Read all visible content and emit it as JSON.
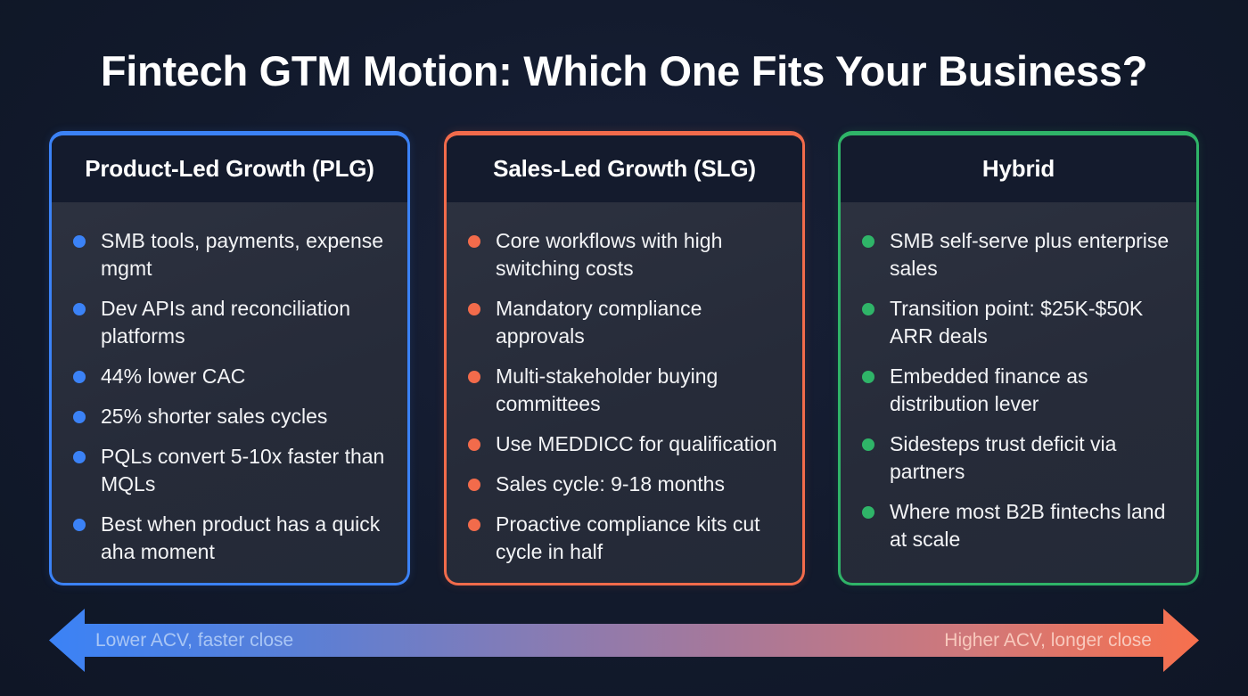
{
  "title": "Fintech GTM Motion: Which One Fits Your Business?",
  "colors": {
    "background": "#131a2d",
    "plg_accent": "#3b82f6",
    "slg_accent": "#f26b4b",
    "hybrid_accent": "#2fb468",
    "card_header_bg": "#141b2d",
    "card_body_bg": "#2a2f3d"
  },
  "cards": [
    {
      "id": "plg",
      "title": "Product-Led Growth (PLG)",
      "items": [
        "SMB tools, payments, expense mgmt",
        "Dev APIs and reconciliation platforms",
        "44% lower CAC",
        "25% shorter sales cycles",
        "PQLs convert 5-10x faster than MQLs",
        "Best when product has a quick aha moment"
      ]
    },
    {
      "id": "slg",
      "title": "Sales-Led Growth (SLG)",
      "items": [
        "Core workflows with high switching costs",
        "Mandatory compliance approvals",
        "Multi-stakeholder buying committees",
        "Use MEDDICC for qualification",
        "Sales cycle: 9-18 months",
        "Proactive compliance kits cut cycle in half"
      ]
    },
    {
      "id": "hybrid",
      "title": "Hybrid",
      "items": [
        "SMB self-serve plus enterprise sales",
        "Transition point: $25K-$50K ARR deals",
        "Embedded finance as distribution lever",
        "Sidesteps trust deficit via partners",
        "Where most B2B fintechs land at scale"
      ]
    }
  ],
  "spectrum": {
    "left_label": "Lower ACV, faster close",
    "right_label": "Higher ACV, longer close",
    "left_icon": "arrow-left-icon",
    "right_icon": "arrow-right-icon",
    "gradient_start": "#3b82f6",
    "gradient_end": "#f7704d"
  }
}
